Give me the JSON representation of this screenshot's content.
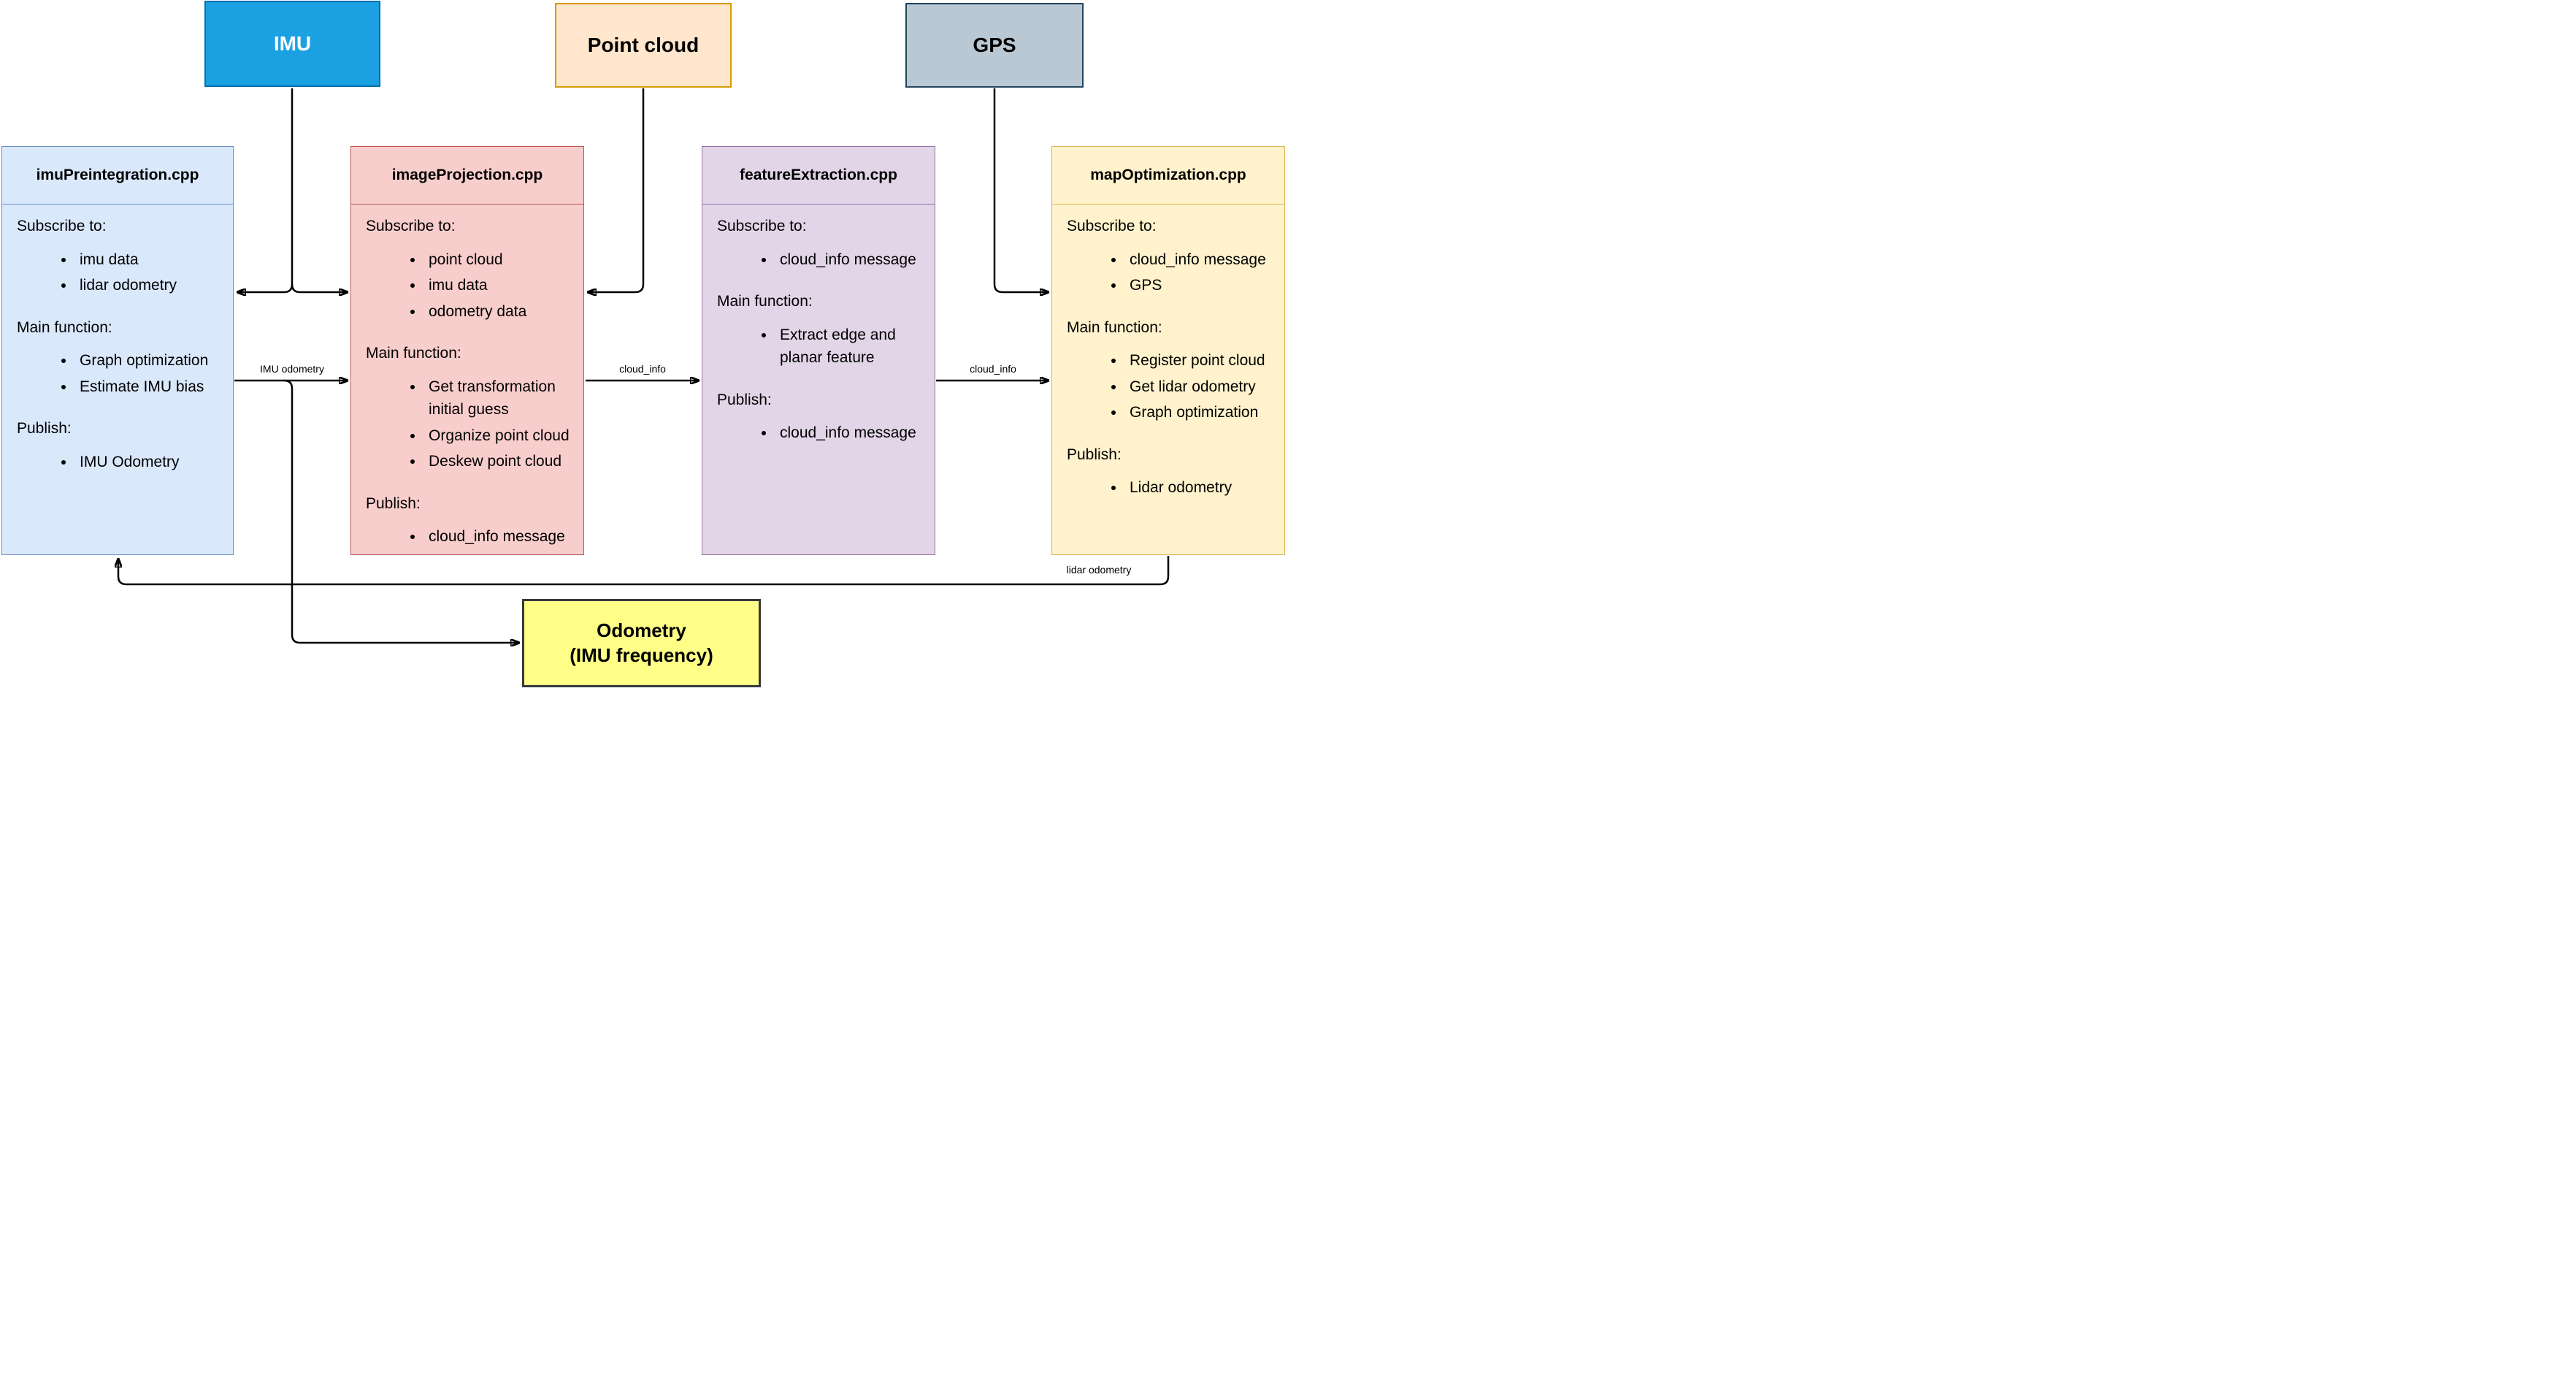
{
  "diagram": {
    "sources": [
      {
        "label": "IMU",
        "fill": "#1BA1E2",
        "stroke": "#006EAF",
        "text_color": "#FFFFFF"
      },
      {
        "label": "Point cloud",
        "fill": "#FFE6CC",
        "stroke": "#D79B00",
        "text_color": "#000000"
      },
      {
        "label": "GPS",
        "fill": "#BAC8D3",
        "stroke": "#23445D",
        "text_color": "#000000"
      }
    ],
    "modules": [
      {
        "title": "imuPreintegration.cpp",
        "fill": "#DAE8FC",
        "stroke": "#6C8EBF",
        "sections": [
          {
            "label": "Subscribe to:",
            "items": [
              "imu data",
              "lidar odometry"
            ]
          },
          {
            "label": "Main function:",
            "items": [
              "Graph optimization",
              "Estimate IMU bias"
            ]
          },
          {
            "label": "Publish:",
            "items": [
              "IMU Odometry"
            ]
          }
        ]
      },
      {
        "title": "imageProjection.cpp",
        "fill": "#F8CECC",
        "stroke": "#B85450",
        "sections": [
          {
            "label": "Subscribe to:",
            "items": [
              "point cloud",
              "imu data",
              "odometry data"
            ]
          },
          {
            "label": "Main function:",
            "items": [
              "Get transformation initial guess",
              "Organize point cloud",
              "Deskew point cloud"
            ]
          },
          {
            "label": "Publish:",
            "items": [
              "cloud_info message"
            ]
          }
        ]
      },
      {
        "title": "featureExtraction.cpp",
        "fill": "#E1D5E7",
        "stroke": "#9673A6",
        "sections": [
          {
            "label": "Subscribe to:",
            "items": [
              "cloud_info message"
            ]
          },
          {
            "label": "Main function:",
            "items": [
              "Extract edge and planar feature"
            ]
          },
          {
            "label": "Publish:",
            "items": [
              "cloud_info message"
            ]
          }
        ]
      },
      {
        "title": "mapOptimization.cpp",
        "fill": "#FFF2CC",
        "stroke": "#D6B656",
        "sections": [
          {
            "label": "Subscribe to:",
            "items": [
              "cloud_info message",
              "GPS"
            ]
          },
          {
            "label": "Main function:",
            "items": [
              "Register point cloud",
              "Get lidar odometry",
              "Graph optimization"
            ]
          },
          {
            "label": "Publish:",
            "items": [
              "Lidar odometry"
            ]
          }
        ]
      }
    ],
    "output": {
      "label_line1": "Odometry",
      "label_line2": "(IMU frequency)",
      "fill": "#FFFF88",
      "stroke": "#36393D"
    },
    "edge_labels": {
      "imu_odometry": "IMU odometry",
      "cloud_info_1": "cloud_info",
      "cloud_info_2": "cloud_info",
      "lidar_odometry": "lidar odometry"
    },
    "wire_color": "#000000"
  }
}
